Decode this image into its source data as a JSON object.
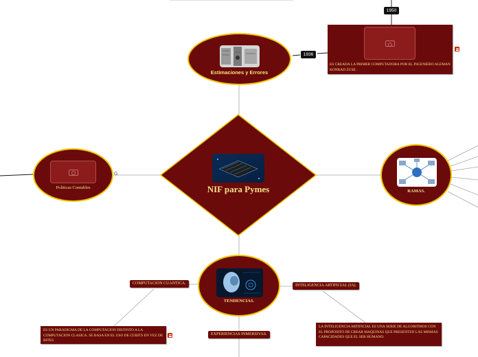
{
  "central": {
    "title": "NIF para Pymes"
  },
  "top_node": {
    "label": "Estimaciones y Errores",
    "year": "1936"
  },
  "top_right_card": {
    "text": "ES CREADA LA PRIMER COMPUTADORA POR EL INGENIERO ALEMAN KONRAD ZUSE .",
    "year": "1950"
  },
  "left_node": {
    "label": "Politicas Contables",
    "connector_letter": "G"
  },
  "right_node": {
    "label": "RAMAS."
  },
  "bottom_node": {
    "label": "TENDENCIAS."
  },
  "branches": {
    "quantum": {
      "label": "COMPUTACION CUANTICA.",
      "desc": "ES UN PARADIGMA DE LA COMPUTACION DISTINTO A LA COMPUTACION CLASICA. SE BASA EN EL USO DE CUBITS EN VEZ DE BITES"
    },
    "ai": {
      "label": "INTELIGENCIA ARTIFICIAL (IA).",
      "desc": "LA INTELIGENCIA ARTIFICIAL ES UNA SERIE DE ALGORITMOS CON EL PROPOSITO DE CREAR MAQUINAS QUE PRESENTEN LAS MISMAS CAPACIDADES QUE EL SER HUMANO."
    },
    "immersive": {
      "label": "EXPERIENCIAS INMERSIVAS."
    }
  },
  "colors": {
    "node_fill": "#6b0a0a",
    "node_border": "#f2c400",
    "text": "#f5e08a",
    "year_bg": "#111111"
  }
}
